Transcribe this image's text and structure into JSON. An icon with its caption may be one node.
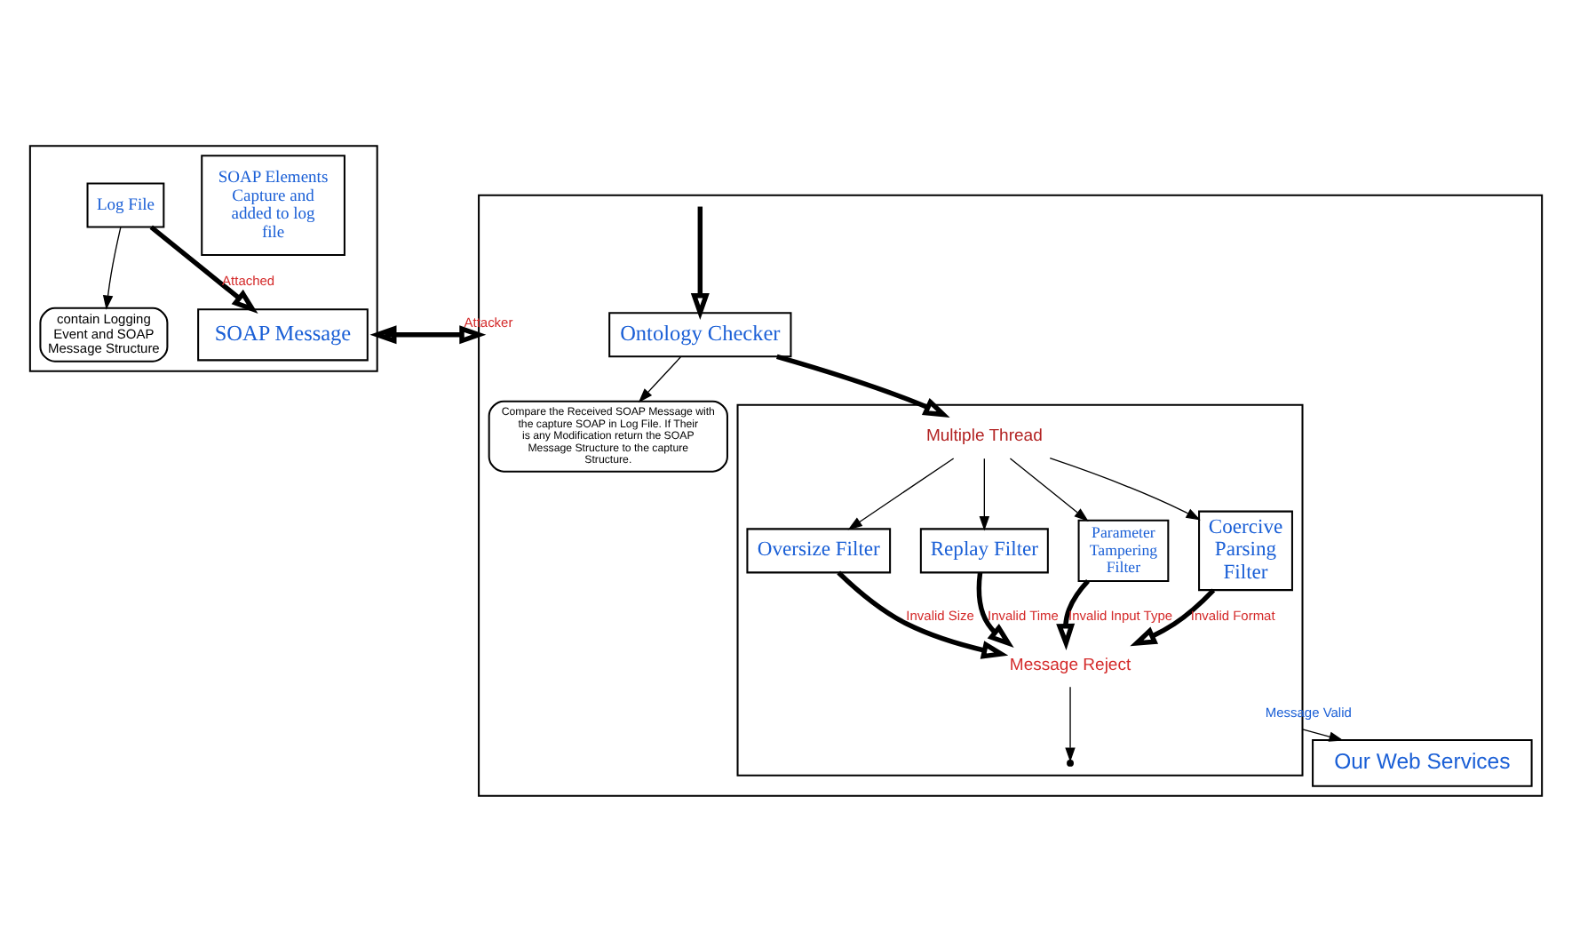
{
  "diagram": {
    "nodes": [
      {
        "text": [],
        "shape": "box"
      },
      {
        "text": [
          "SOAP Elements Capture and added to log file"
        ],
        "in": 0
      },
      {
        "text": [
          "Log File"
        ],
        "in": 0
      },
      {
        "text": [
          "contain Logging Event and SOAP Message Structure"
        ],
        "in": 0
      },
      {
        "text": [
          "SOAP Message"
        ],
        "in": 0
      },
      {
        "text": [],
        "shape": "box"
      },
      {
        "text": [
          "Ontology Checker"
        ],
        "in": 5
      },
      {
        "text": [
          "Compare the Received SOAP Message with the capture SOAP in Log File. If Their is any Modification return the SOAP Message Structure to the capture Structure."
        ],
        "in": 5
      },
      {
        "text": [],
        "shape": "box",
        "in": 5
      },
      {
        "text": [
          "Multiple Thread"
        ],
        "in": 8
      },
      {
        "text": [
          "Oversize Filter"
        ],
        "in": 8
      },
      {
        "text": [
          "Replay Filter"
        ],
        "in": 8
      },
      {
        "text": [
          "Parameter Tampering Filter"
        ],
        "in": 8
      },
      {
        "text": [
          "Coercive Parsing Filter"
        ],
        "in": 8
      },
      {
        "text": [
          "Message Reject"
        ],
        "in": 8
      },
      {
        "text": [
          "Our Web Services"
        ],
        "in": 5
      }
    ],
    "edges": [
      {
        "from": 2,
        "to": 3,
        "arrow": "to"
      },
      {
        "from": 2,
        "to": 4,
        "arrow": "to",
        "label": "Attached",
        "style": "thick"
      },
      {
        "from": 0,
        "to": 5,
        "arrow": "both",
        "label": "Attacker",
        "style": "thick"
      },
      {
        "from": 5,
        "to": 6,
        "arrow": "to",
        "style": "thick"
      },
      {
        "from": 6,
        "to": 7,
        "arrow": "to"
      },
      {
        "from": 6,
        "to": 9,
        "arrow": "to",
        "style": "thick"
      },
      {
        "from": 9,
        "to": 10,
        "arrow": "to"
      },
      {
        "from": 9,
        "to": 11,
        "arrow": "to"
      },
      {
        "from": 9,
        "to": 12,
        "arrow": "to"
      },
      {
        "from": 9,
        "to": 13,
        "arrow": "to"
      },
      {
        "from": 10,
        "to": 14,
        "arrow": "to",
        "label": "Invalid Size",
        "style": "thick"
      },
      {
        "from": 11,
        "to": 14,
        "arrow": "to",
        "label": "Invalid Time",
        "style": "thick"
      },
      {
        "from": 12,
        "to": 14,
        "arrow": "to",
        "label": "Invalid Input Type",
        "style": "thick"
      },
      {
        "from": 13,
        "to": 14,
        "arrow": "to",
        "label": "Invalid Format",
        "style": "thick"
      },
      {
        "from": 14,
        "to": null,
        "arrow": "to"
      },
      {
        "from": 8,
        "to": 15,
        "arrow": "to",
        "label": "Message Valid"
      }
    ]
  }
}
